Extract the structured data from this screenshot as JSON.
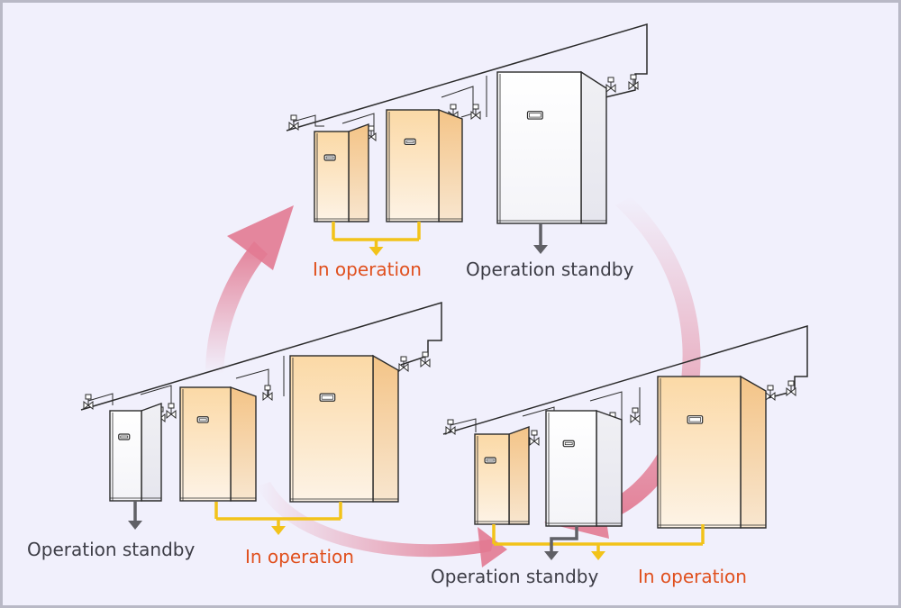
{
  "labels": {
    "top_in_operation": "In operation",
    "top_standby": "Operation standby",
    "left_standby": "Operation standby",
    "left_in_operation": "In operation",
    "right_standby": "Operation standby",
    "right_in_operation": "In operation"
  },
  "colors": {
    "background": "#f1f0fc",
    "border": "#b9b9c6",
    "unit_operating_top": "#fbd9a6",
    "unit_operating_bottom": "#fdf3e6",
    "unit_standby": "#ffffff",
    "operating_drain_line": "#f2c31a",
    "standby_drain_line": "#606066",
    "rotation_arrow": "#e27a92",
    "label_operating": "#e0501e",
    "label_standby": "#3d3d46"
  },
  "icons": [
    "valve-icon",
    "rotation-arrow",
    "drain-arrow"
  ]
}
